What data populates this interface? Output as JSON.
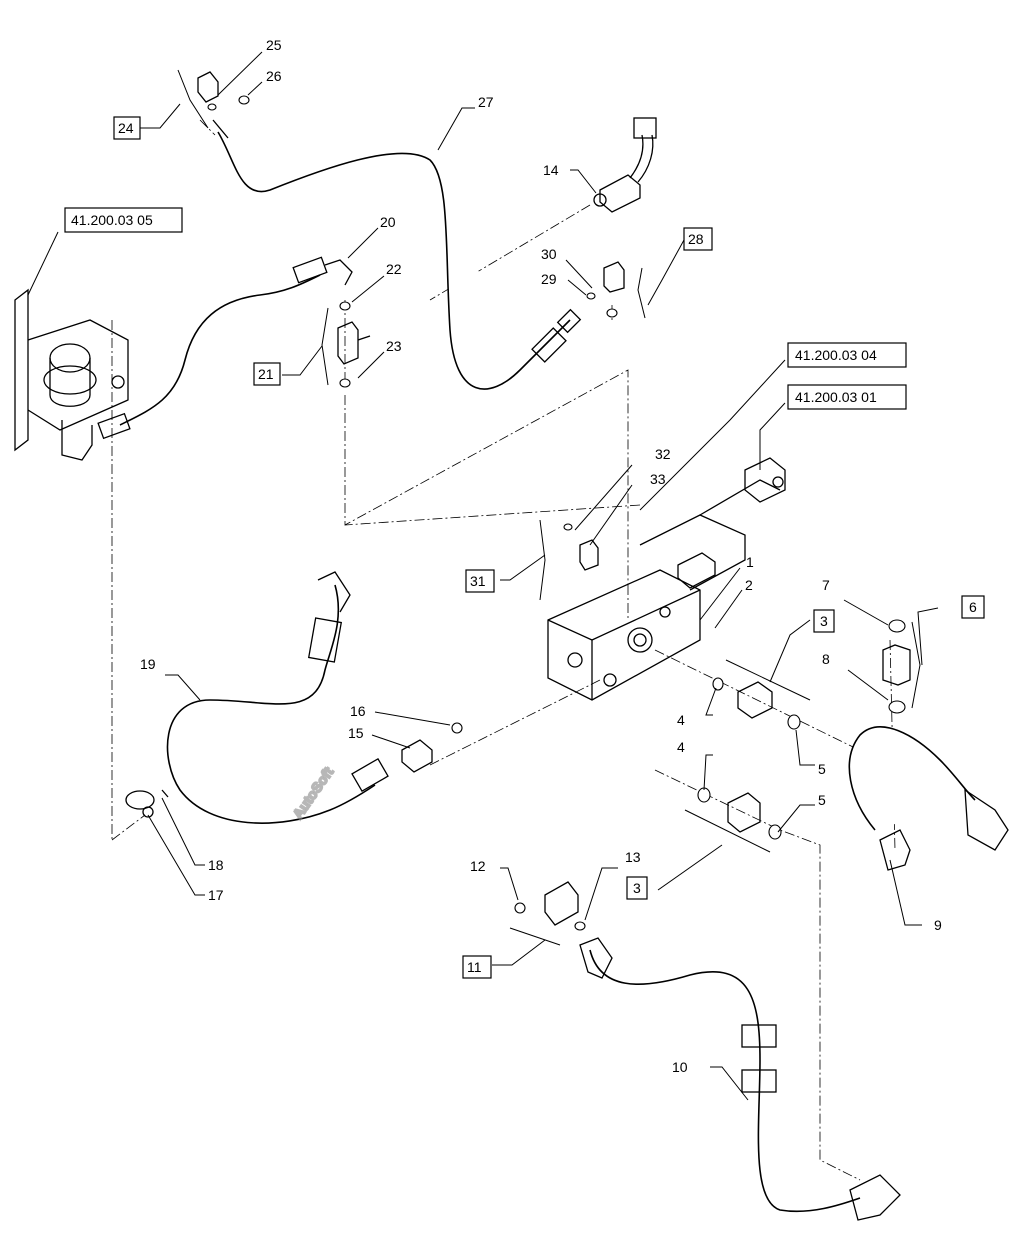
{
  "watermark": "AutoSoft",
  "callouts": {
    "c1": "1",
    "c2": "2",
    "c4a": "4",
    "c4b": "4",
    "c5a": "5",
    "c5b": "5",
    "c7": "7",
    "c8": "8",
    "c9": "9",
    "c10": "10",
    "c12": "12",
    "c13": "13",
    "c14": "14",
    "c15": "15",
    "c16": "16",
    "c17": "17",
    "c18": "18",
    "c19": "19",
    "c20": "20",
    "c22": "22",
    "c23": "23",
    "c25": "25",
    "c26": "26",
    "c27": "27",
    "c29": "29",
    "c30": "30",
    "c32": "32",
    "c33": "33"
  },
  "boxed": {
    "b24": "24",
    "b21": "21",
    "b28": "28",
    "b31": "31",
    "b3a": "3",
    "b3b": "3",
    "b6": "6",
    "b11": "11"
  },
  "refs": {
    "r1": "41.200.03 05",
    "r2": "41.200.03 04",
    "r3": "41.200.03 01"
  }
}
